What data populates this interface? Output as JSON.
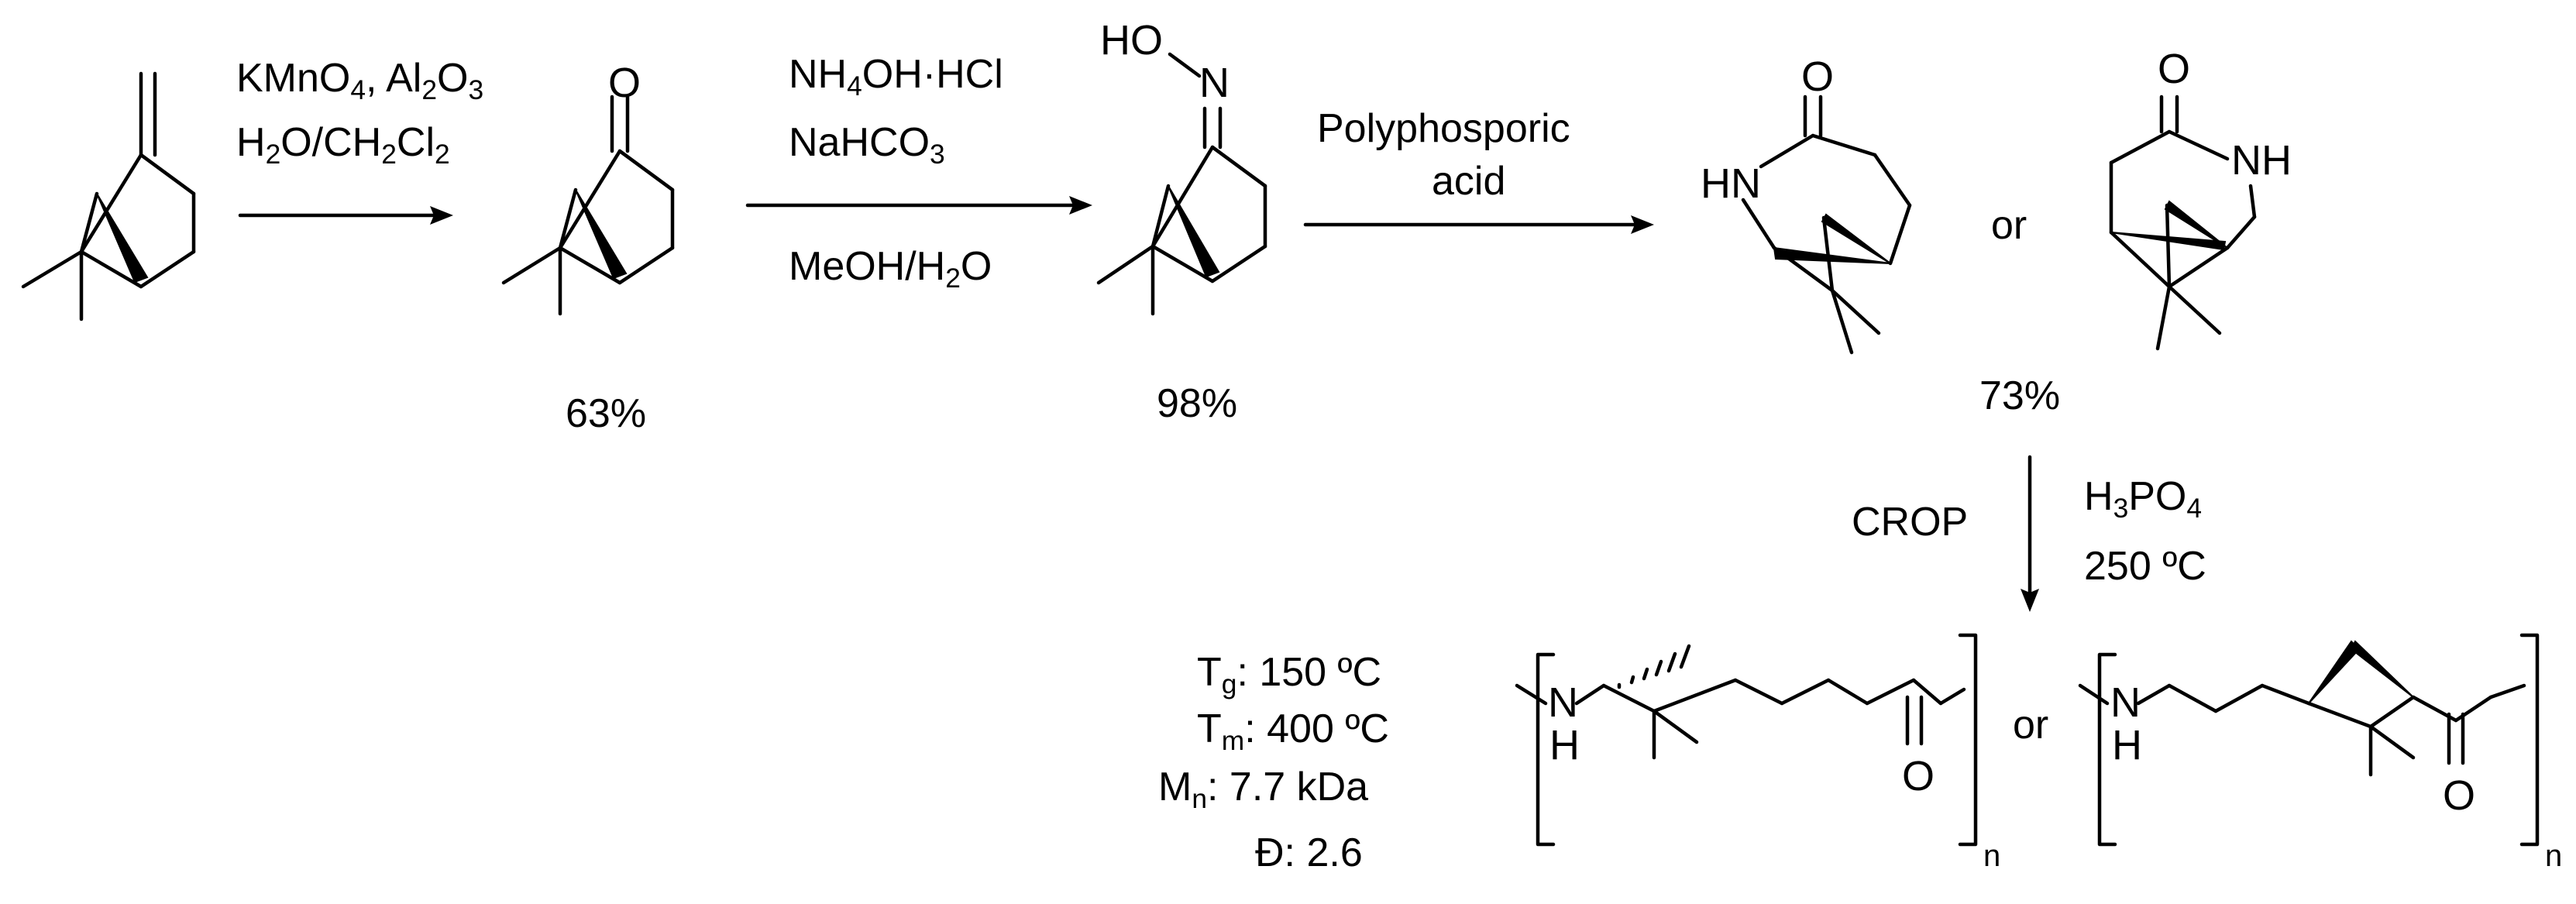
{
  "step1": {
    "reagent_a_1": "KMnO",
    "reagent_a_sub1": "4",
    "reagent_a_2": ", Al",
    "reagent_a_sub2": "2",
    "reagent_a_3": "O",
    "reagent_a_sub3": "3",
    "reagent_b_1": "H",
    "reagent_b_sub1": "2",
    "reagent_b_2": "O/CH",
    "reagent_b_sub2": "2",
    "reagent_b_3": "Cl",
    "reagent_b_sub3": "2",
    "yield": "63%"
  },
  "step2": {
    "reagent_a_1": "NH",
    "reagent_a_sub1": "4",
    "reagent_a_2": "OH·HCl",
    "reagent_b_1": "NaHCO",
    "reagent_b_sub1": "3",
    "reagent_c_1": "MeOH/H",
    "reagent_c_sub1": "2",
    "reagent_c_2": "O",
    "yield": "98%"
  },
  "step3": {
    "reagent_a": "Polyphosporic",
    "reagent_b": "acid",
    "yield": "73%",
    "or": "or"
  },
  "step4": {
    "left_label": "CROP",
    "reagent_a_1": "H",
    "reagent_a_sub1": "3",
    "reagent_a_2": "PO",
    "reagent_a_sub2": "4",
    "reagent_b": "250 ºC",
    "or": "or"
  },
  "properties": {
    "tg_main": "T",
    "tg_sub": "g",
    "tg_value": ": 150 ºC",
    "tm_main": "T",
    "tm_sub": "m",
    "tm_value": ": 400 ºC",
    "mn_main": "M",
    "mn_sub": "n",
    "mn_value": ": 7.7 kDa",
    "dispersity": "Đ: 2.6"
  },
  "atoms": {
    "oxygen": "O",
    "nitrogen": "N",
    "nh": "NH",
    "hn": "HN",
    "hydrogen": "H",
    "ho": "HO",
    "repeat": "n"
  }
}
